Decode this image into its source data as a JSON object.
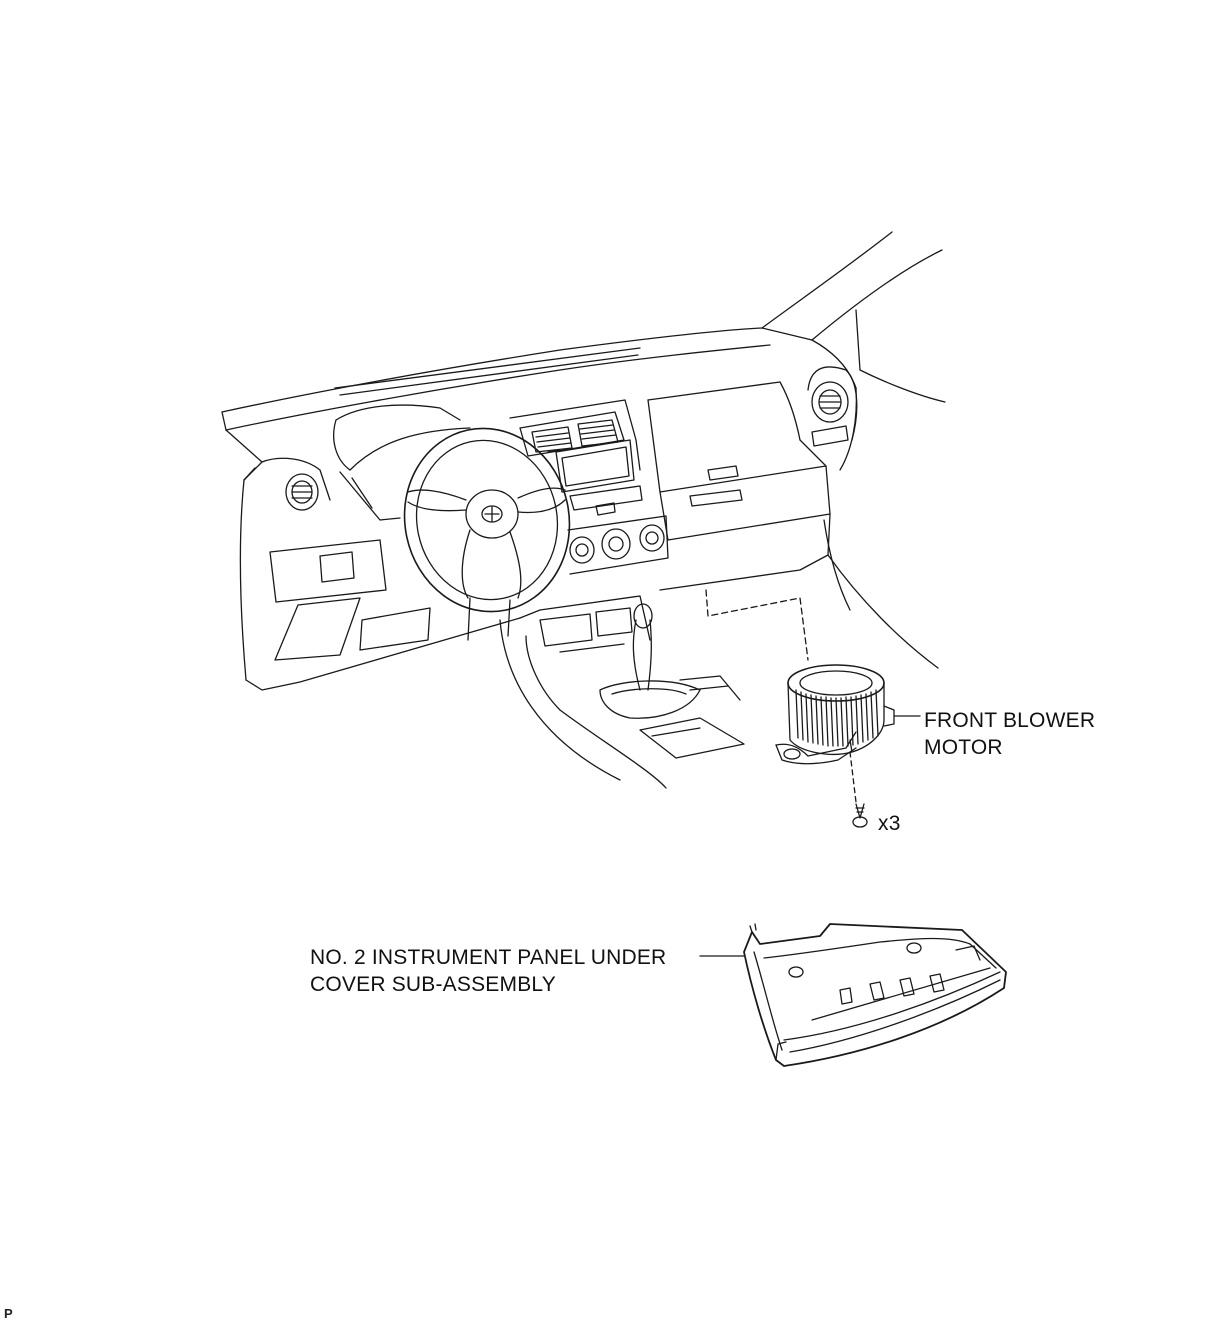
{
  "callouts": {
    "front_blower_motor": {
      "line1": "FRONT BLOWER",
      "line2": "MOTOR"
    },
    "screw_quantity": "x3",
    "undercover": {
      "line1": "NO. 2 INSTRUMENT PANEL UNDER",
      "line2": "COVER SUB-ASSEMBLY"
    }
  },
  "corner_mark": "P",
  "colors": {
    "line": "#1a1a1a",
    "background": "#ffffff"
  }
}
